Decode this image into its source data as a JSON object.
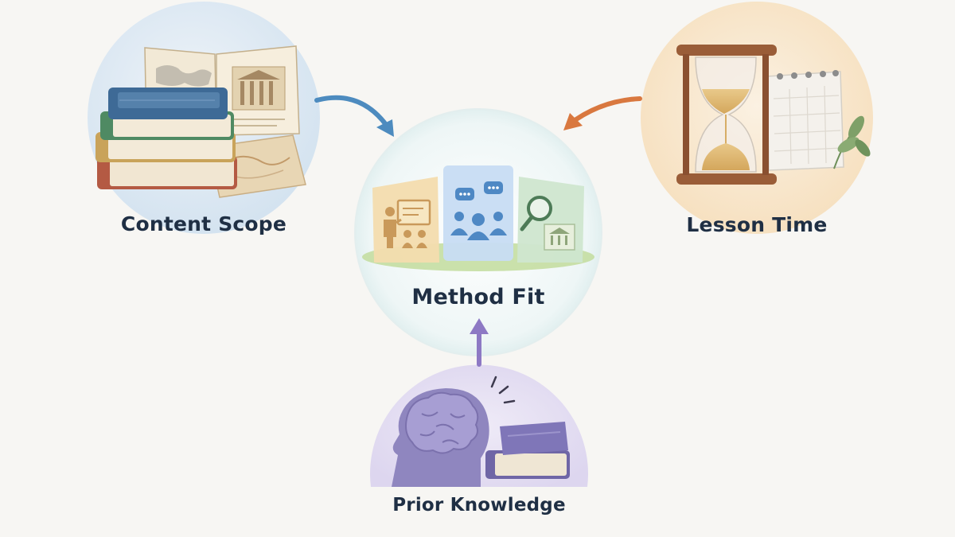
{
  "nodes": {
    "content_scope": {
      "label": "Content Scope"
    },
    "lesson_time": {
      "label": "Lesson Time"
    },
    "method_fit": {
      "label": "Method Fit"
    },
    "prior_knowledge": {
      "label": "Prior Knowledge"
    }
  },
  "colors": {
    "background": "#f7f6f3",
    "label_text": "#1f2f44",
    "arrow_content_scope": "#4d8bbf",
    "arrow_lesson_time": "#d9783f",
    "arrow_prior_knowledge": "#8d79c4"
  },
  "icons": {
    "content_scope": [
      "book-stack-icon",
      "open-atlas-book-icon",
      "map-scroll-icon"
    ],
    "lesson_time": [
      "hourglass-icon",
      "calendar-icon",
      "leaf-icon"
    ],
    "method_fit": [
      "presenter-board-icon",
      "group-discussion-icon",
      "magnifier-document-icon"
    ],
    "prior_knowledge": [
      "head-brain-icon",
      "book-stack-icon"
    ]
  }
}
